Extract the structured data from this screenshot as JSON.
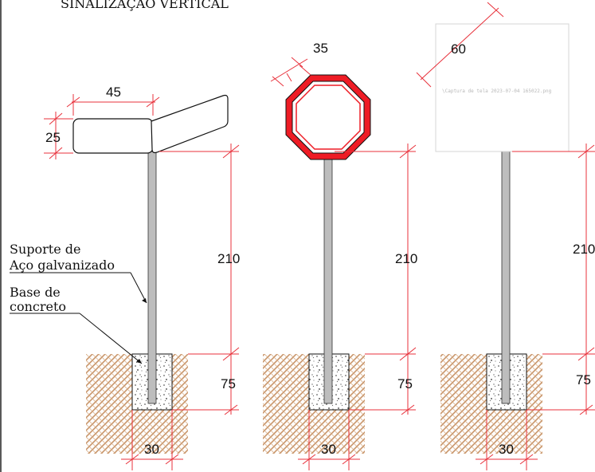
{
  "title": "SINALIZAÇÃO VERTICAL",
  "labels": {
    "support_line1": "Suporte de",
    "support_line2": "Aço galvanizado",
    "base_line1": "Base de",
    "base_line2": "concreto"
  },
  "dimensions": {
    "plate_width_1": "45",
    "plate_height_1": "25",
    "octagon_width": "35",
    "square_width": "60",
    "post_height_1": "210",
    "post_height_2": "210",
    "post_height_3": "210",
    "foundation_depth_1": "75",
    "foundation_depth_2": "75",
    "foundation_depth_3": "75",
    "foundation_width_1": "30",
    "foundation_width_2": "30",
    "foundation_width_3": "30"
  },
  "image_caption": "\\Captura de tela 2023-07-04 165022.png",
  "colors": {
    "dimension_lines": "#e8313b",
    "stop_sign": "#ee1c25",
    "soil": "#c9966b",
    "post": "#bdbdbd"
  }
}
